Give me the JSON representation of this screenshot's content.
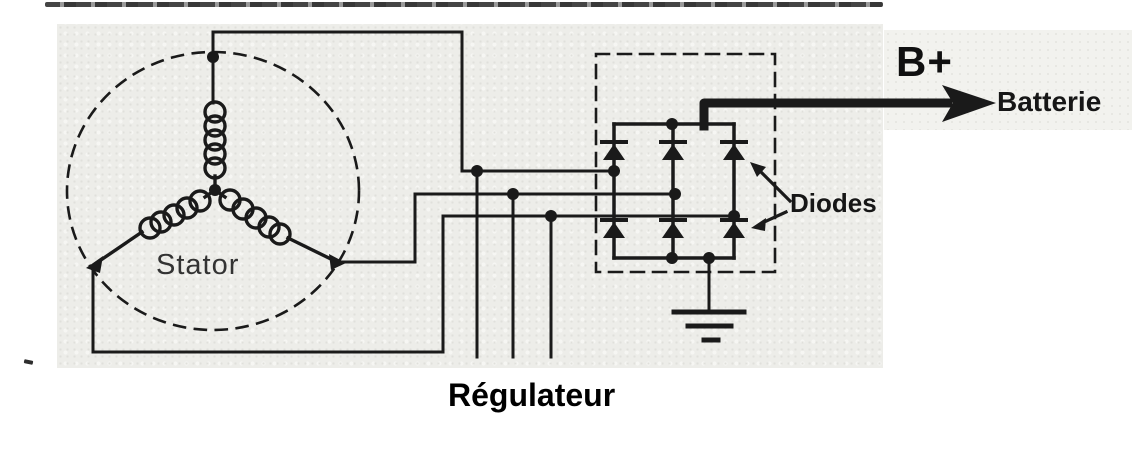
{
  "labels": {
    "stator": "Stator",
    "regulator": "Régulateur",
    "b_plus": "B+",
    "battery": "Batterie",
    "diodes": "Diodes"
  },
  "colors": {
    "ink": "#1a1a1a",
    "scan_background": "#edede9",
    "page_background": "#ffffff"
  }
}
